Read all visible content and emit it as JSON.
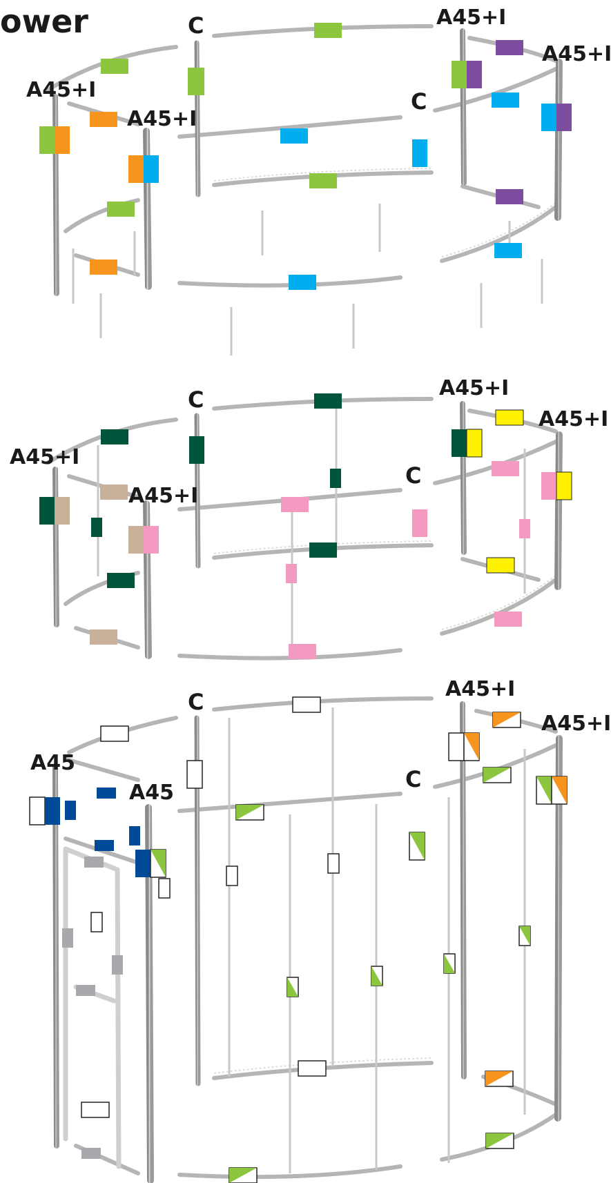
{
  "title": "ower",
  "panels": [
    {
      "id": "panel-1",
      "labels": [
        "C",
        "A45+I",
        "A45+I",
        "A45+I",
        "A45+I",
        "C"
      ]
    },
    {
      "id": "panel-2",
      "labels": [
        "C",
        "A45+I",
        "A45+I",
        "A45+I",
        "A45+I",
        "C"
      ]
    },
    {
      "id": "panel-3",
      "labels": [
        "C",
        "A45+I",
        "A45+I",
        "A45",
        "A45",
        "C"
      ]
    }
  ],
  "colors": {
    "light_green": "#8cc63f",
    "orange": "#f7941d",
    "blue": "#00aeef",
    "purple": "#7d4e9f",
    "dark_green": "#00543c",
    "tan": "#c8b09a",
    "pink": "#f49ac1",
    "yellow": "#fff200",
    "navy": "#004a97",
    "gray": "#a7a9ac",
    "frame": "#bdbdbd",
    "frame_dark": "#7a7a7a"
  }
}
